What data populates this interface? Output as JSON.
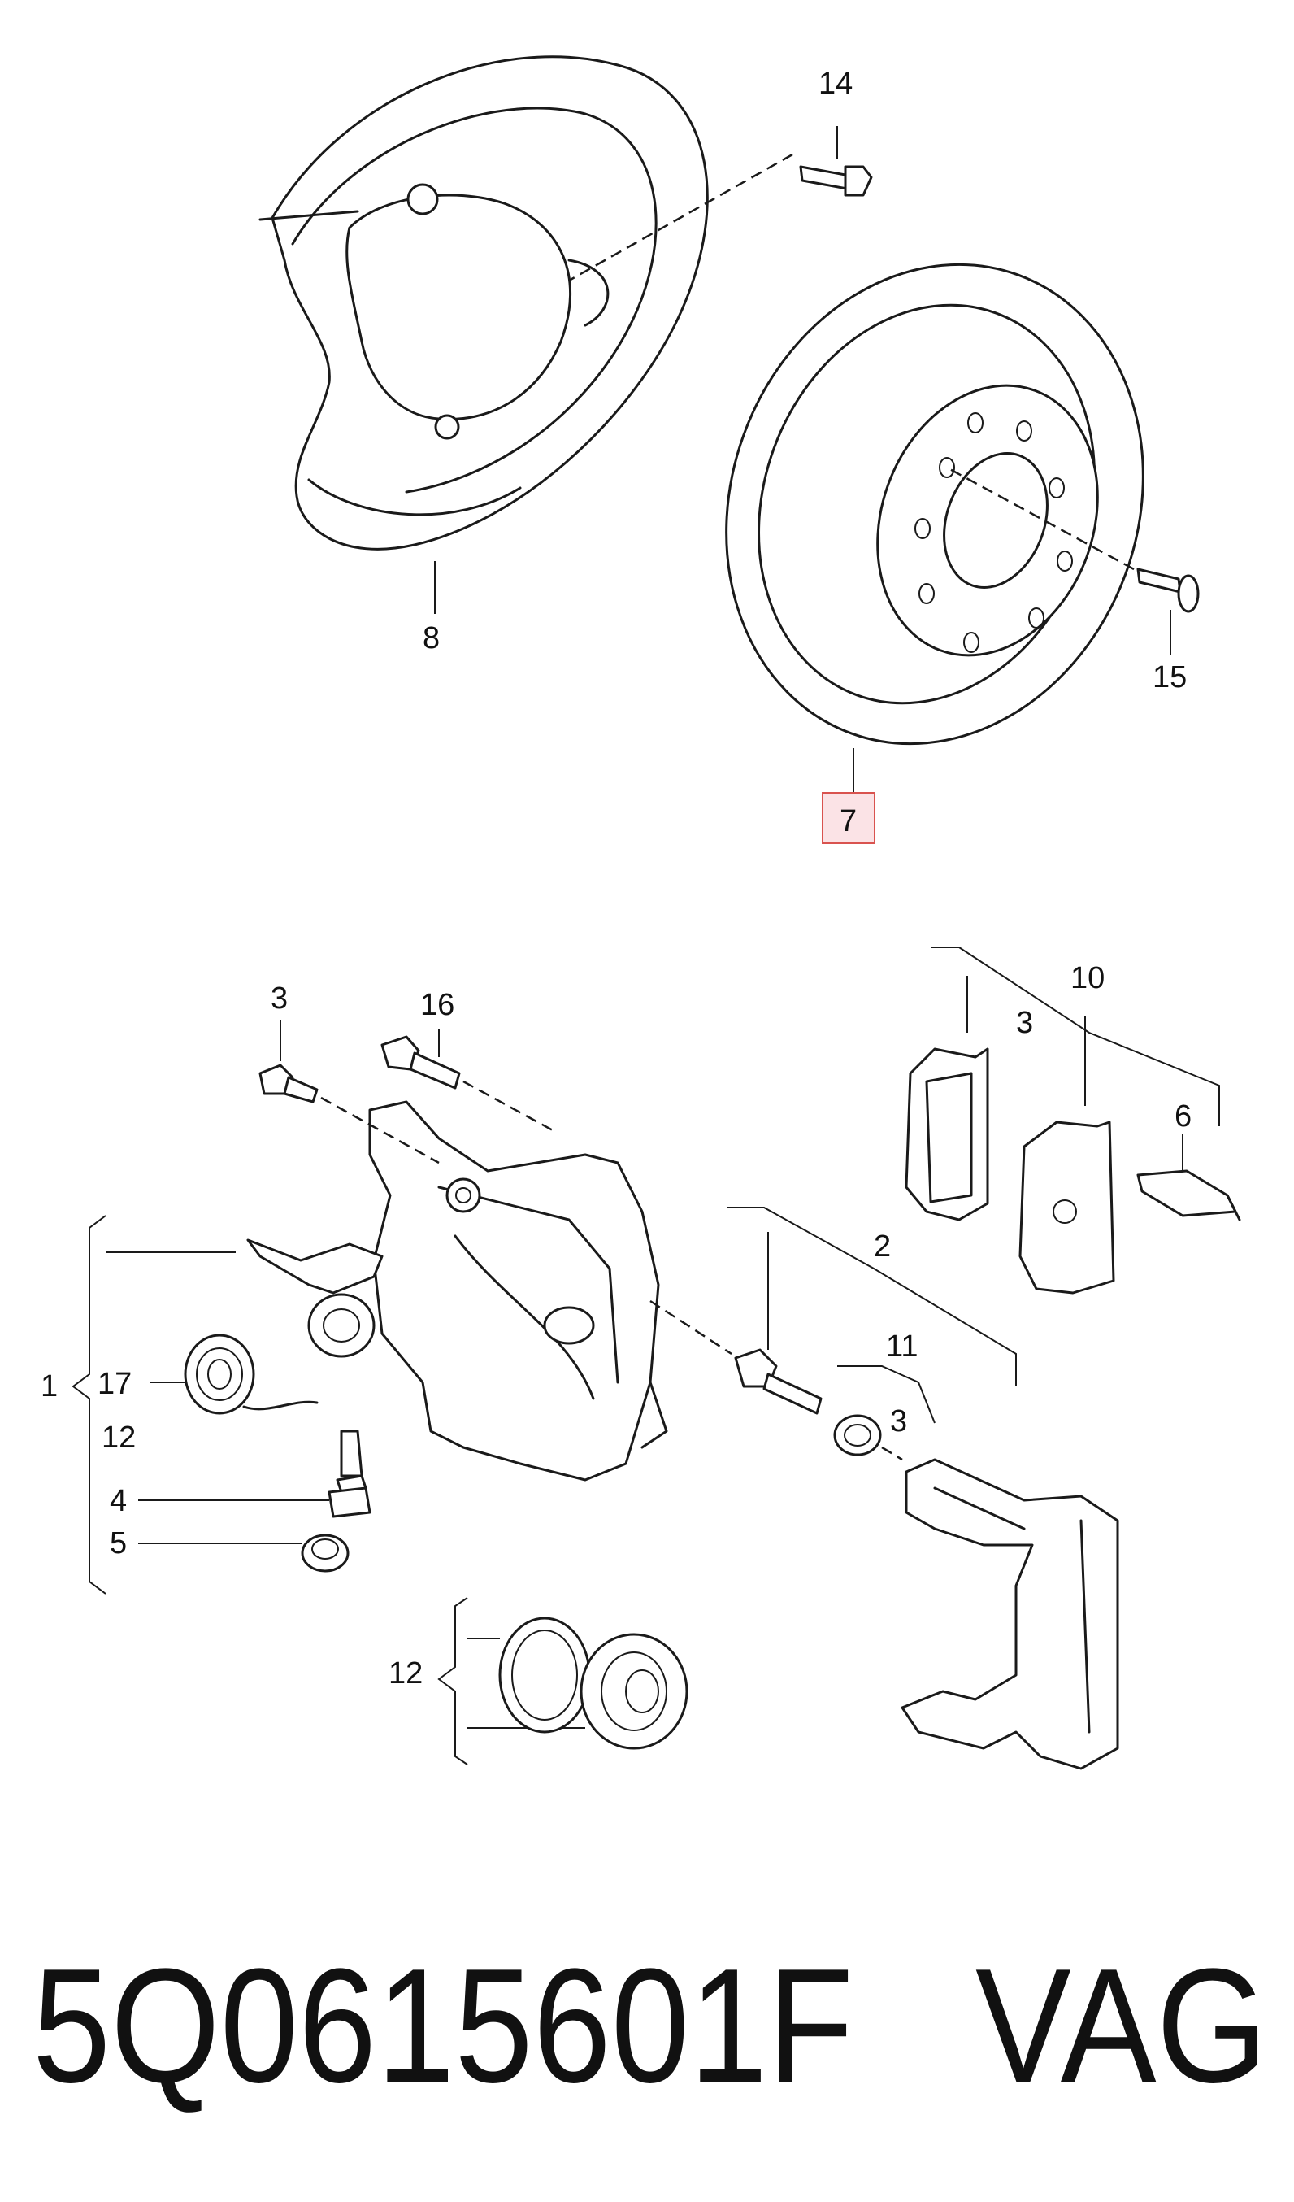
{
  "callouts": {
    "c14": "14",
    "c8": "8",
    "c15": "15",
    "c7": "7",
    "c3a": "3",
    "c16": "16",
    "c10": "10",
    "c3b": "3",
    "c6": "6",
    "c2": "2",
    "c11": "11",
    "c3c": "3",
    "c1": "1",
    "c17": "17",
    "c12a": "12",
    "c4": "4",
    "c5": "5",
    "c12b": "12"
  },
  "footer": {
    "part_number": "5Q0615601F",
    "brand": "VAG"
  },
  "colors": {
    "highlight_fill": "#fbe3e6",
    "highlight_stroke": "#d9534f",
    "line": "#1a1a1a"
  }
}
